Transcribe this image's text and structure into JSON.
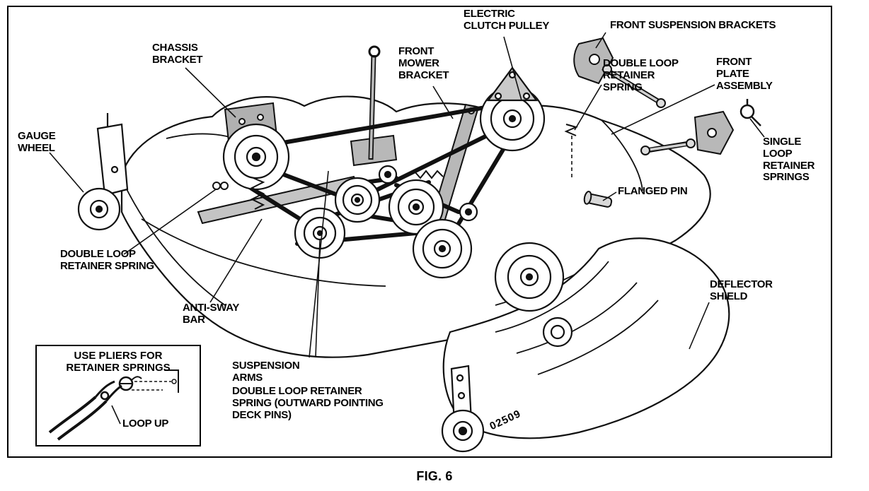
{
  "figure": {
    "caption": "FIG. 6",
    "part_number": "02509"
  },
  "labels": {
    "gauge_wheel": "GAUGE\nWHEEL",
    "chassis_bracket": "CHASSIS\nBRACKET",
    "front_mower_bracket": "FRONT\nMOWER\nBRACKET",
    "electric_clutch_pulley": "ELECTRIC\nCLUTCH PULLEY",
    "front_suspension_brackets": "FRONT SUSPENSION BRACKETS",
    "double_loop_retainer_spring_upper": "DOUBLE LOOP\nRETAINER\nSPRING",
    "front_plate_assembly": "FRONT\nPLATE\nASSEMBLY",
    "single_loop_retainer_springs": "SINGLE\nLOOP\nRETAINER\nSPRINGS",
    "flanged_pin": "FLANGED PIN",
    "double_loop_retainer_spring_left": "DOUBLE LOOP\nRETAINER SPRING",
    "anti_sway_bar": "ANTI-SWAY\nBAR",
    "deflector_shield": "DEFLECTOR\nSHIELD",
    "suspension_arms": "SUSPENSION\nARMS",
    "double_loop_retainer_spring_lower": "DOUBLE LOOP RETAINER\nSPRING (OUTWARD POINTING\nDECK PINS)",
    "inset_title": "USE PLIERS FOR\nRETAINER SPRINGS",
    "loop_up": "LOOP UP"
  },
  "colors": {
    "line": "#111111",
    "metal_gray": "#b8b8b8",
    "background": "#ffffff"
  }
}
